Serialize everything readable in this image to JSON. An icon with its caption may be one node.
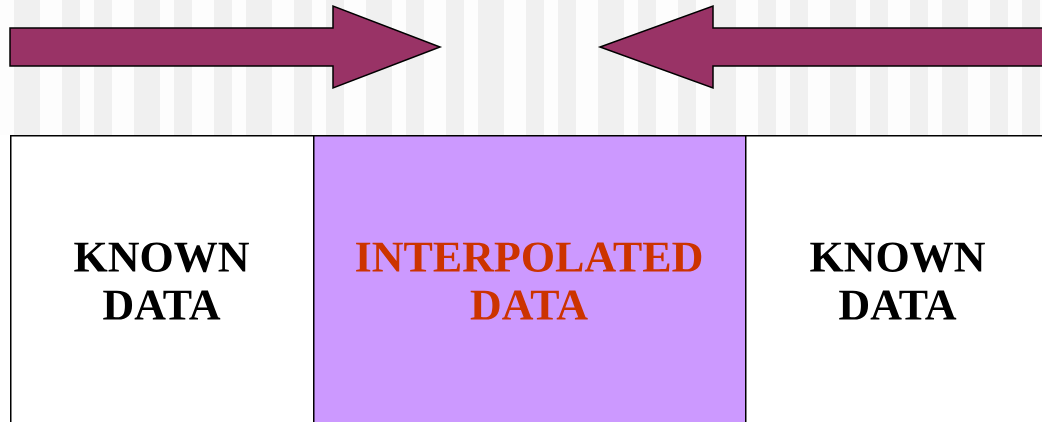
{
  "diagram": {
    "nodes": [
      {
        "text": [
          "KNOWN DATA"
        ]
      },
      {
        "text": [
          "INTERPOLATED DATA"
        ]
      },
      {
        "text": [
          "KNOWN DATA"
        ]
      }
    ]
  }
}
